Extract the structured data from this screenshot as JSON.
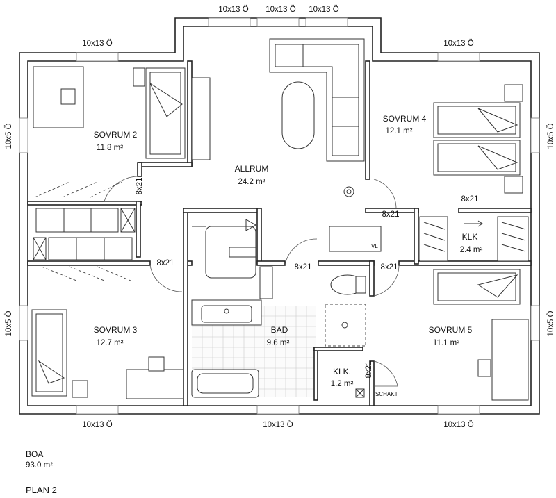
{
  "plan": {
    "rooms": {
      "sovrum2": {
        "name": "SOVRUM 2",
        "area": "11.8 m²"
      },
      "allrum": {
        "name": "ALLRUM",
        "area": "24.2 m²"
      },
      "sovrum4": {
        "name": "SOVRUM 4",
        "area": "12.1 m²"
      },
      "sovrum3": {
        "name": "SOVRUM 3",
        "area": "12.7 m²"
      },
      "bad": {
        "name": "BAD",
        "area": "9.6 m²"
      },
      "sovrum5": {
        "name": "SOVRUM 5",
        "area": "11.1 m²"
      },
      "klk_small": {
        "name": "KLK.",
        "area": "1.2 m²"
      },
      "klk_right": {
        "name": "KLK",
        "area": "2.4 m²"
      }
    },
    "windows": {
      "top_1": "10x13 Ö",
      "top_2": "10x13 Ö",
      "top_3": "10x13 Ö",
      "top_left": "10x13 Ö",
      "top_right": "10x13 Ö",
      "bottom_left": "10x13 Ö",
      "bottom_mid": "10x13 Ö",
      "bottom_right": "10x13 Ö",
      "left_upper": "10x5 Ö",
      "left_lower": "10x5 Ö",
      "right_upper": "10x5 Ö",
      "right_lower": "10x5 Ö"
    },
    "doors": {
      "sovrum2": "8x21",
      "sovrum3": "8x21",
      "bad": "8x21",
      "sovrum4": "8x21",
      "klk_right": "8x21",
      "sovrum5": "8x21",
      "klk_small": "8x21"
    },
    "labels": {
      "shaft": "SCHAKT",
      "vl": "VL"
    }
  },
  "summary": {
    "boa_label": "BOA",
    "boa_area": "93.0 m²",
    "plan_name": "PLAN 2"
  }
}
